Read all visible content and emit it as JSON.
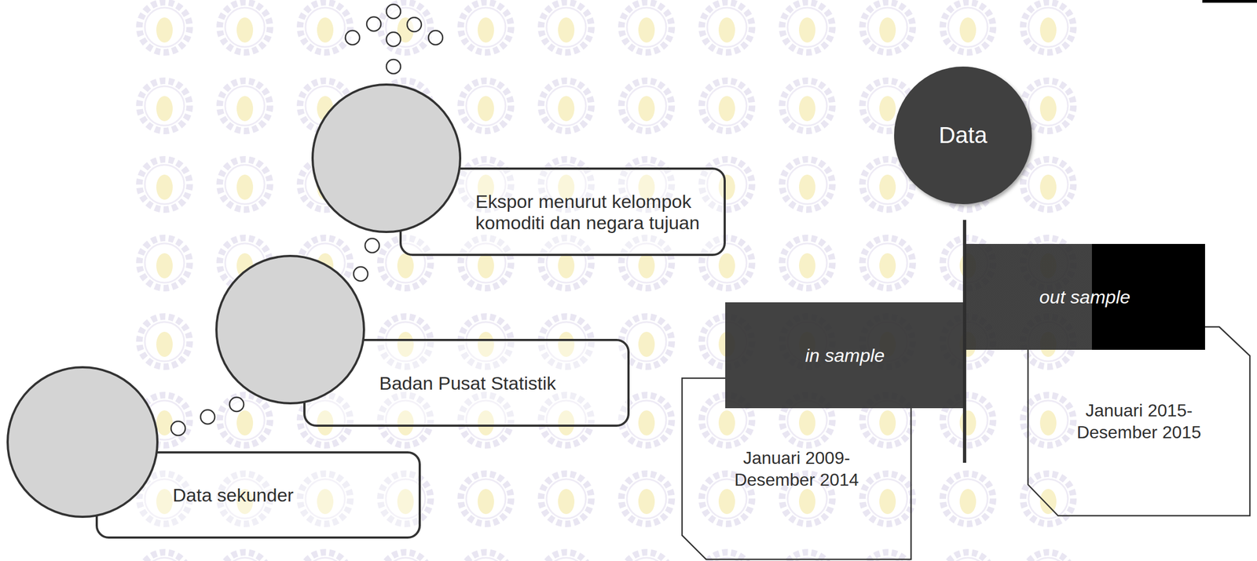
{
  "diagram": {
    "nodes": [
      {
        "text": [
          "Ekspor menurut kelompok komoditi dan negara tujuan"
        ]
      },
      {
        "text": [
          "Badan Pusat Statistik"
        ]
      },
      {
        "text": [
          "Data sekunder"
        ]
      },
      {
        "text": [
          "Data"
        ]
      },
      {
        "text": [
          "in sample"
        ]
      },
      {
        "text": [
          "Januari 2009- Desember 2014"
        ]
      },
      {
        "text": [
          "out sample"
        ]
      },
      {
        "text": [
          "Januari 2015- Desember 2015"
        ]
      }
    ]
  }
}
